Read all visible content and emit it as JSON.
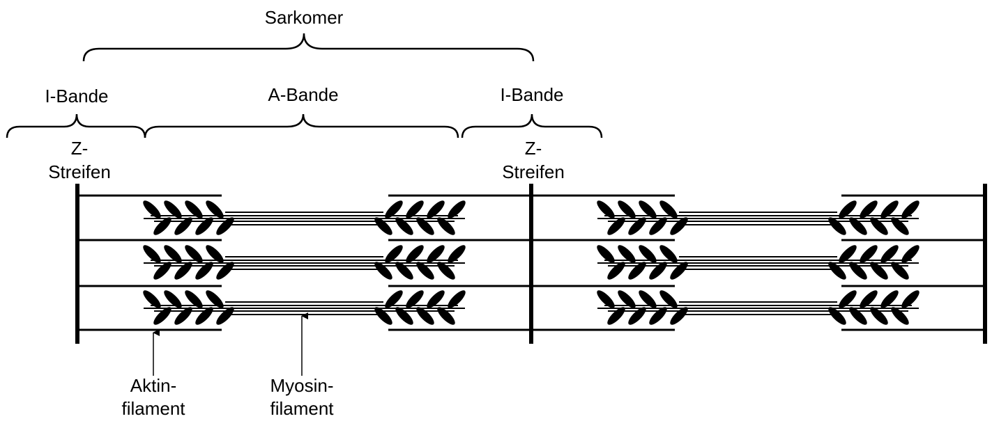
{
  "labels": {
    "sarkomer": "Sarkomer",
    "i_bande_left": "I-Bande",
    "a_bande": "A-Bande",
    "i_bande_right": "I-Bande",
    "z_left_line1": "Z-",
    "z_left_line2": "Streifen",
    "z_right_line1": "Z-",
    "z_right_line2": "Streifen",
    "aktin_line1": "Aktin-",
    "aktin_line2": "filament",
    "myosin_line1": "Myosin-",
    "myosin_line2": "filament"
  },
  "colors": {
    "ink": "#000000",
    "background": "#ffffff"
  }
}
